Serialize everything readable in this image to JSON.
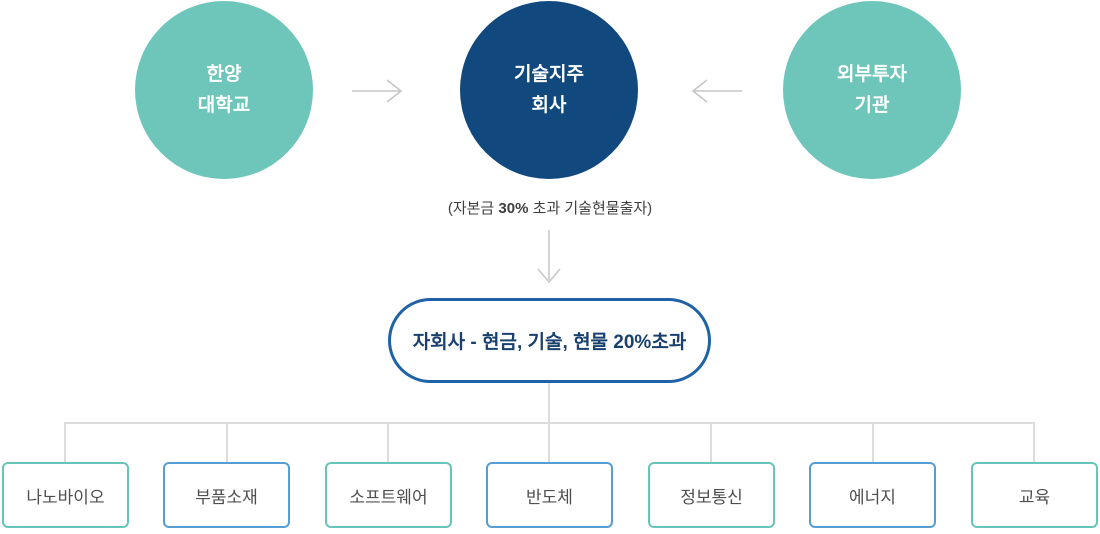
{
  "diagram": {
    "title_semantic": "technology-holding-company-structure",
    "top_nodes": [
      {
        "label_line1": "한양",
        "label_line2": "대학교",
        "color": "#6ec6ba"
      },
      {
        "label_line1": "기술지주",
        "label_line2": "회사",
        "color": "#11497e"
      },
      {
        "label_line1": "외부투자",
        "label_line2": "기관",
        "color": "#6ec6ba"
      }
    ],
    "caption": {
      "prefix": "(자본금 ",
      "bold": "30%",
      "suffix": " 초과 기술현물출자)"
    },
    "subsidiary_pill": {
      "label": "자회사 - 현금, 기술, 현물 20%초과",
      "border_color": "#1e62a8",
      "text_color": "#19406f"
    },
    "categories": [
      {
        "label": "나노바이오",
        "border_color": "#66c5b8"
      },
      {
        "label": "부품소재",
        "border_color": "#569dd6"
      },
      {
        "label": "소프트웨어",
        "border_color": "#66c5b8"
      },
      {
        "label": "반도체",
        "border_color": "#569dd6"
      },
      {
        "label": "정보통신",
        "border_color": "#66c5b8"
      },
      {
        "label": "에너지",
        "border_color": "#569dd6"
      },
      {
        "label": "교육",
        "border_color": "#66c5b8"
      }
    ],
    "colors": {
      "teal": "#6ec6ba",
      "navy": "#11497e",
      "arrow_gray": "#c6c6c6",
      "connector_gray": "#dcdcdc",
      "category_text": "#4f4f4f",
      "caption_text": "#3f3f3f",
      "background": "#ffffff"
    }
  }
}
